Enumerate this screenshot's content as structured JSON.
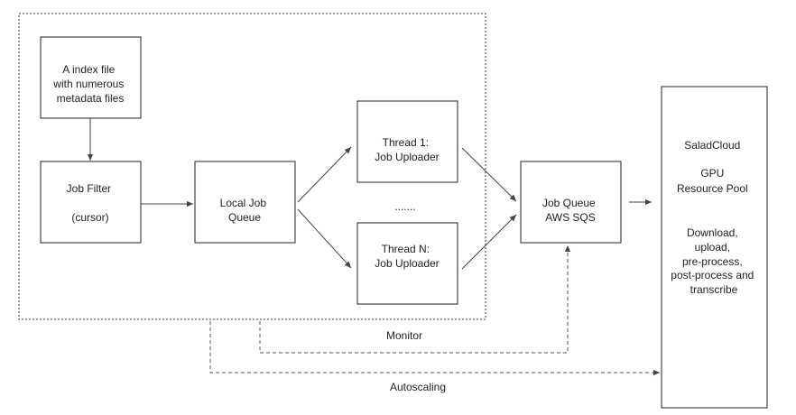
{
  "nodes": {
    "index_file": [
      "A index file",
      "with numerous",
      "metadata files"
    ],
    "job_filter": [
      "Job Filter",
      "",
      "(cursor)"
    ],
    "local_queue": [
      "Local Job",
      "Queue"
    ],
    "thread1": [
      "Thread 1:",
      "Job Uploader"
    ],
    "ellipsis": [
      "......."
    ],
    "threadN": [
      "Thread N:",
      "Job Uploader"
    ],
    "sqs": [
      "Job Queue",
      "AWS SQS"
    ],
    "salad": [
      "SaladCloud",
      "",
      "GPU",
      "Resource Pool",
      "",
      "Download,",
      "upload,",
      "pre-process,",
      "post-process and",
      "transcribe"
    ]
  },
  "labels": {
    "monitor": "Monitor",
    "autoscaling": "Autoscaling"
  }
}
